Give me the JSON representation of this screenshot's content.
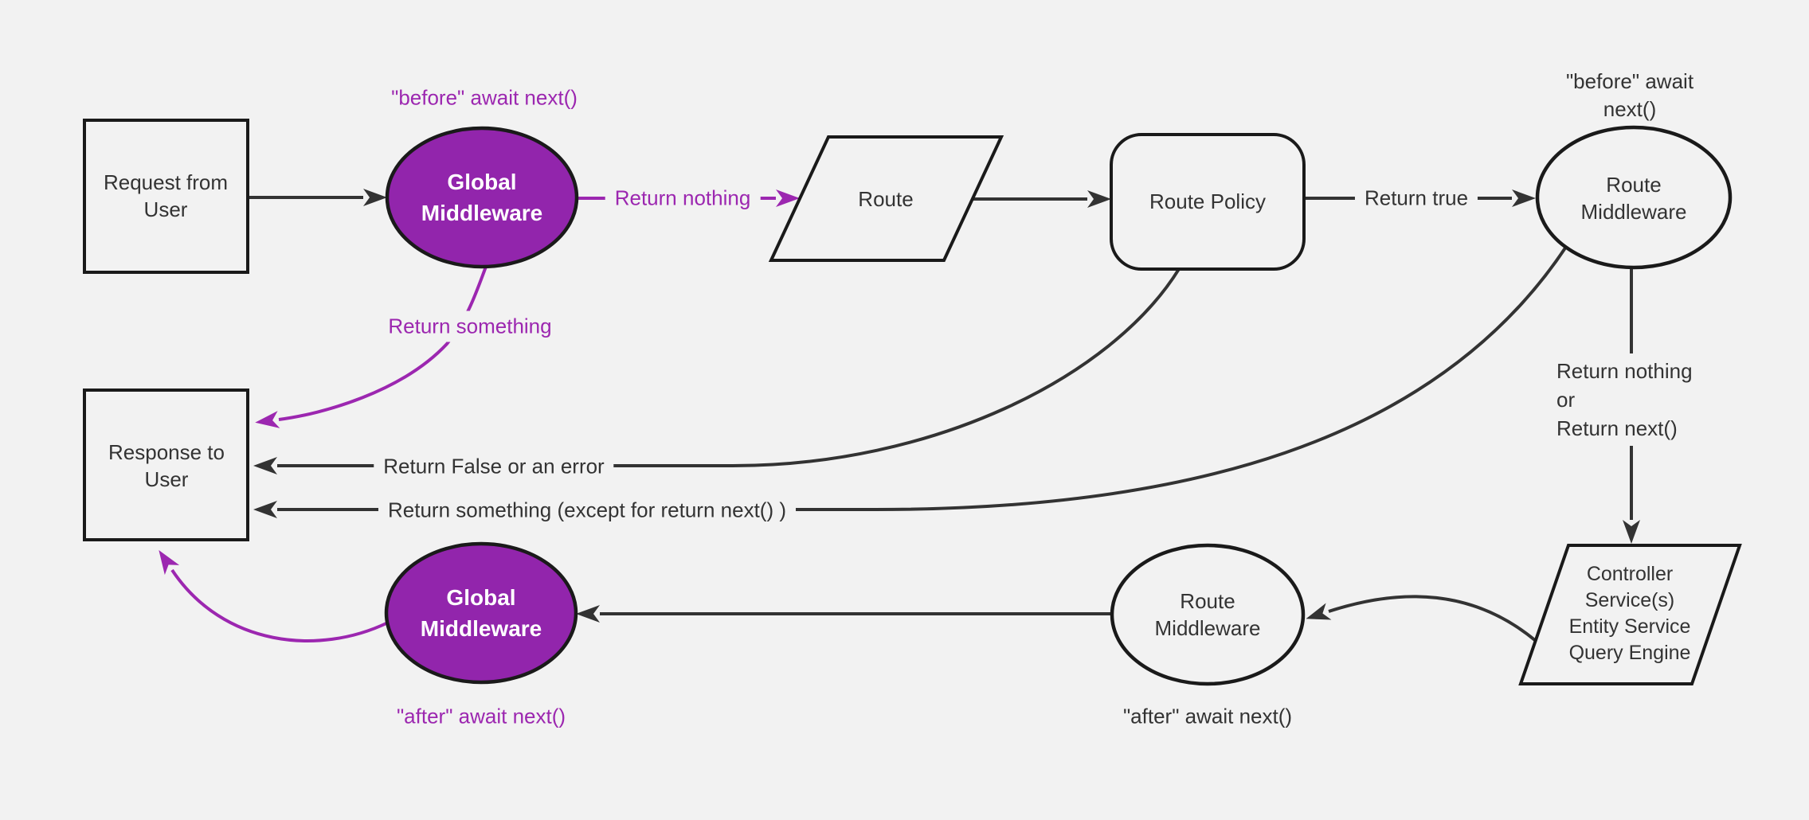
{
  "diagram": {
    "background": "#f2f2f2",
    "colors": {
      "accent_purple": "#9c27b0",
      "purple_node_fill": "#9225ac",
      "node_stroke": "#1a1a1a",
      "edge_line": "#333333",
      "text_dark": "#333333",
      "text_on_purple": "#ffffff"
    },
    "nodes": {
      "request": {
        "label": "Request from\nUser"
      },
      "global_middleware_top": {
        "label": "Global\nMiddleware"
      },
      "route": {
        "label": "Route"
      },
      "route_policy": {
        "label": "Route Policy"
      },
      "route_middleware_top": {
        "label": "Route\nMiddleware"
      },
      "controller": {
        "label": "Controller\nService(s)\nEntity Service\nQuery Engine"
      },
      "route_middleware_bottom": {
        "label": "Route\nMiddleware"
      },
      "global_middleware_bottom": {
        "label": "Global\nMiddleware"
      },
      "response": {
        "label": "Response to\nUser"
      }
    },
    "edge_labels": {
      "before_await_next_left": "\"before\" await next()",
      "before_await_next_right": "\"before\" await next()",
      "return_nothing": "Return nothing",
      "return_true": "Return true",
      "return_nothing_or_next": "Return nothing\nor\nReturn next()",
      "return_something": "Return something",
      "return_false_or_error": "Return False or an error",
      "return_something_except": "Return something (except for return next() )",
      "after_await_next_left": "\"after\" await next()",
      "after_await_next_mid": "\"after\" await next()"
    }
  }
}
